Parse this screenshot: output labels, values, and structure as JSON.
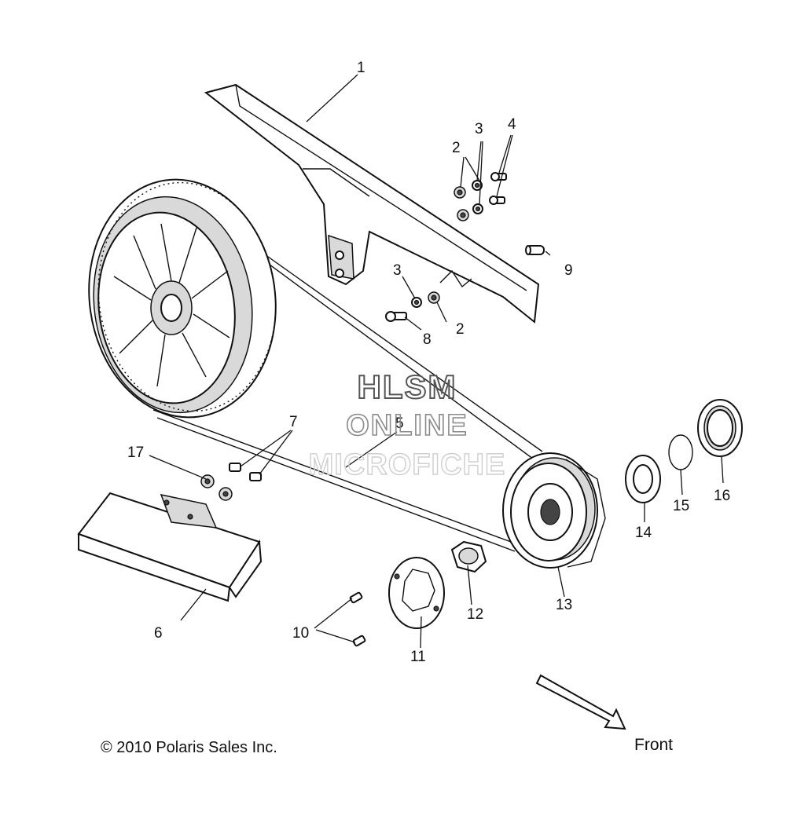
{
  "callouts": {
    "c1": "1",
    "c2a": "2",
    "c2b": "2",
    "c3a": "3",
    "c3b": "3",
    "c4": "4",
    "c5": "5",
    "c6": "6",
    "c7": "7",
    "c8": "8",
    "c9": "9",
    "c10": "10",
    "c11": "11",
    "c12": "12",
    "c13": "13",
    "c14": "14",
    "c15": "15",
    "c16": "16",
    "c17": "17"
  },
  "watermark": {
    "line1": "HLSM",
    "line2": "ONLINE",
    "line3": "MICROFICHE"
  },
  "footer": {
    "copyright": "© 2010 Polaris Sales Inc.",
    "direction": "Front"
  }
}
